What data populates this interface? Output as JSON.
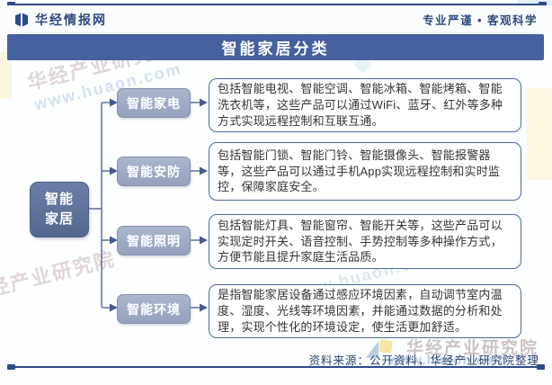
{
  "header": {
    "brand": "华经情报网",
    "slogan": "专业严谨 • 客观科学"
  },
  "title": "智能家居分类",
  "root": {
    "label": "智能\n家居",
    "line1": "智能",
    "line2": "家居"
  },
  "branches": [
    {
      "label": "智能家电",
      "desc": "包括智能电视、智能空调、智能冰箱、智能烤箱、智能洗衣机等，这些产品可以通过WiFi、蓝牙、红外等多种方式实现远程控制和互联互通。"
    },
    {
      "label": "智能安防",
      "desc": "包括智能门锁、智能门铃、智能摄像头、智能报警器等，这些产品可以通过手机App实现远程控制和实时监控，保障家庭安全。"
    },
    {
      "label": "智能照明",
      "desc": "包括智能灯具、智能窗帘、智能开关等，这些产品可以实现定时开关、语音控制、手势控制等多种操作方式，方便节能且提升家庭生活品质。"
    },
    {
      "label": "智能环境",
      "desc": "是指智能家居设备通过感应环境因素，自动调节室内温度、湿度、光线等环境因素，并能通过数据的分析和处理，实现个性化的环境设定，使生活更加舒适。"
    }
  ],
  "footer": {
    "source": "资料来源：公开资料，华经产业研究院整理"
  },
  "watermarks": {
    "org": "华经产业研究院",
    "url": "www.huaon.com"
  },
  "colors": {
    "rule": "#2e4a8c",
    "title_bar": "#46619e",
    "root_box": "#5d6f98",
    "branch_box": "#9faac5",
    "desc_border": "#4a6aa0",
    "connector": "#44598c",
    "header_text": "#2e4a7e",
    "footer_text": "#2b4270"
  }
}
